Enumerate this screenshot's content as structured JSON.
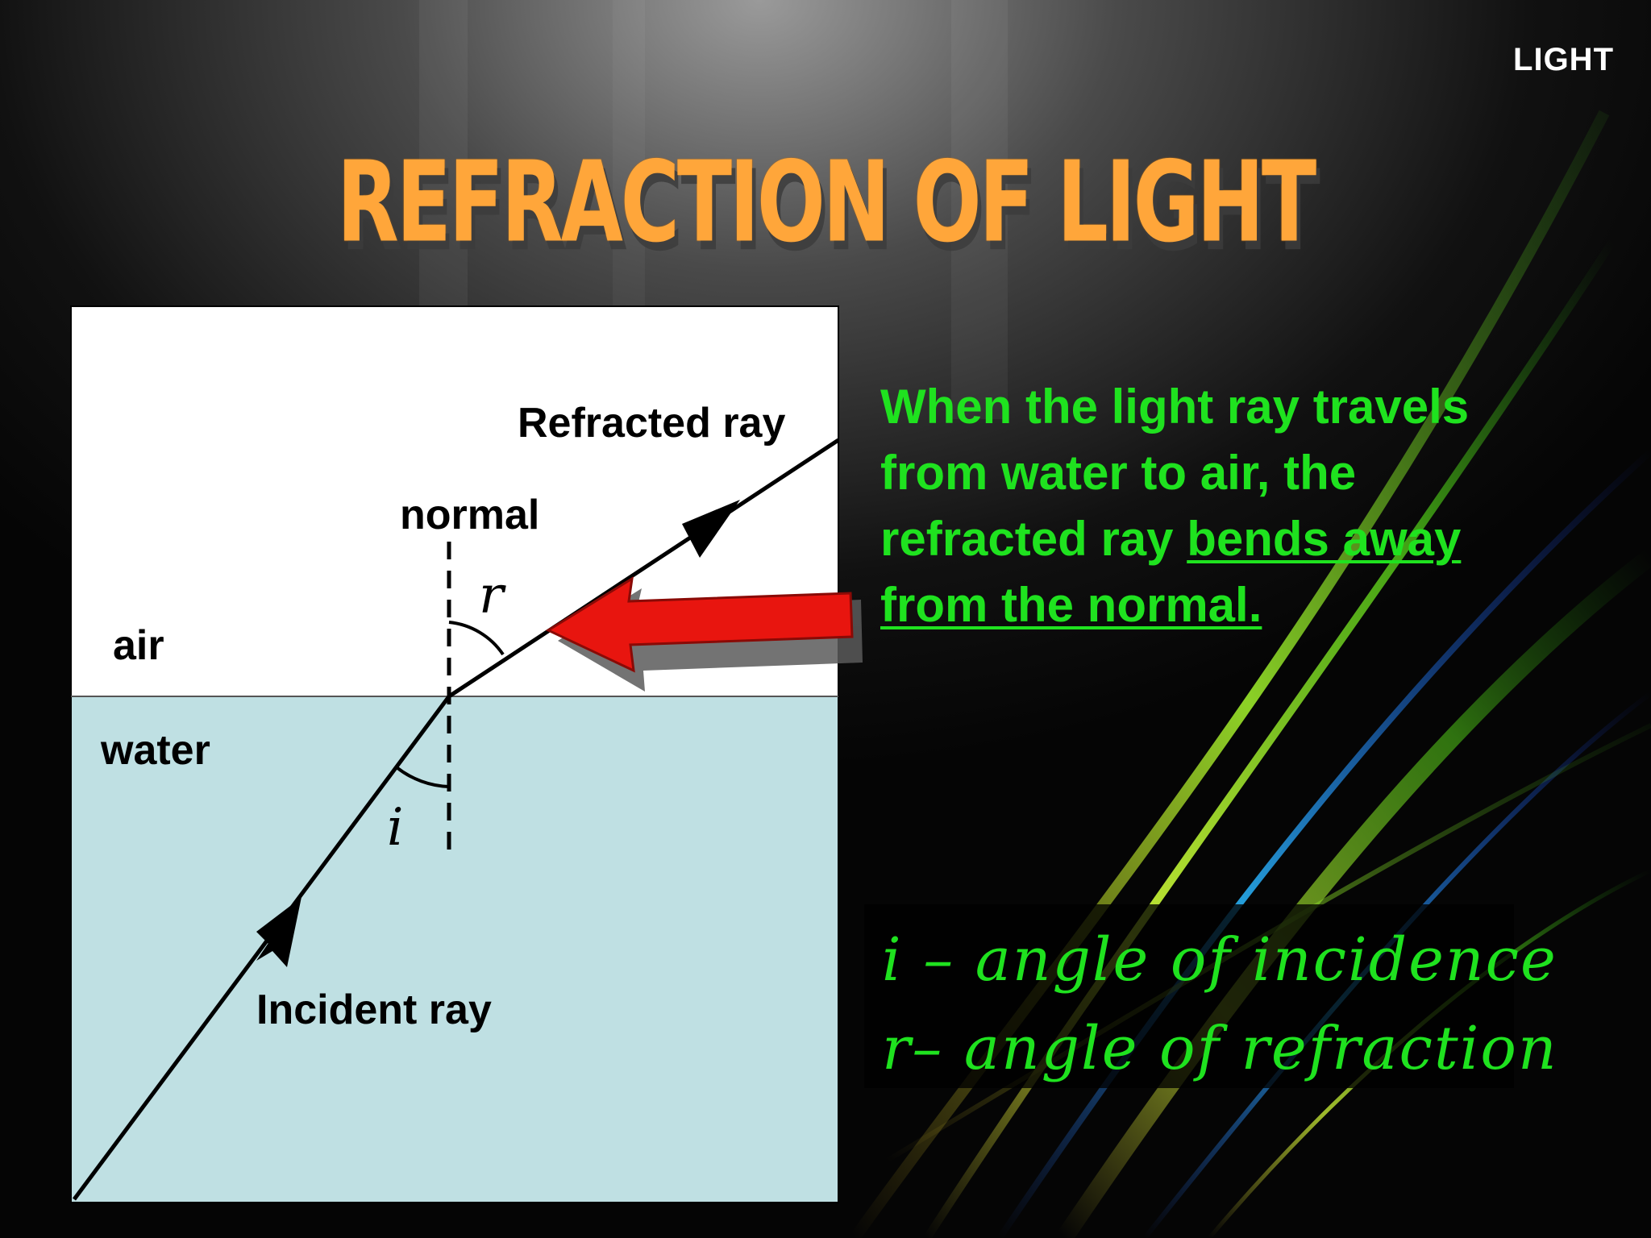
{
  "slide": {
    "corner_label": "LIGHT",
    "title": "REFRACTION OF LIGHT"
  },
  "diagram": {
    "media_top": "air",
    "media_bottom": "water",
    "normal_label": "normal",
    "refracted_label": "Refracted ray",
    "incident_label": "Incident ray",
    "angle_r_symbol": "r",
    "angle_i_symbol": "i",
    "colors": {
      "air": "#ffffff",
      "water": "#bfe0e3",
      "pointer_arrow": "#e8150f"
    }
  },
  "description": {
    "lines": [
      "When the light ray travels",
      "from water to air, the",
      "refracted ray "
    ],
    "underline_part1": "bends away",
    "underline_part2": "from the normal."
  },
  "legend": {
    "incidence": "i – angle of incidence",
    "refraction": "r– angle of refraction"
  },
  "colors": {
    "title": "#ffa63a",
    "text_green": "#1fe21f",
    "background": "#050505"
  }
}
